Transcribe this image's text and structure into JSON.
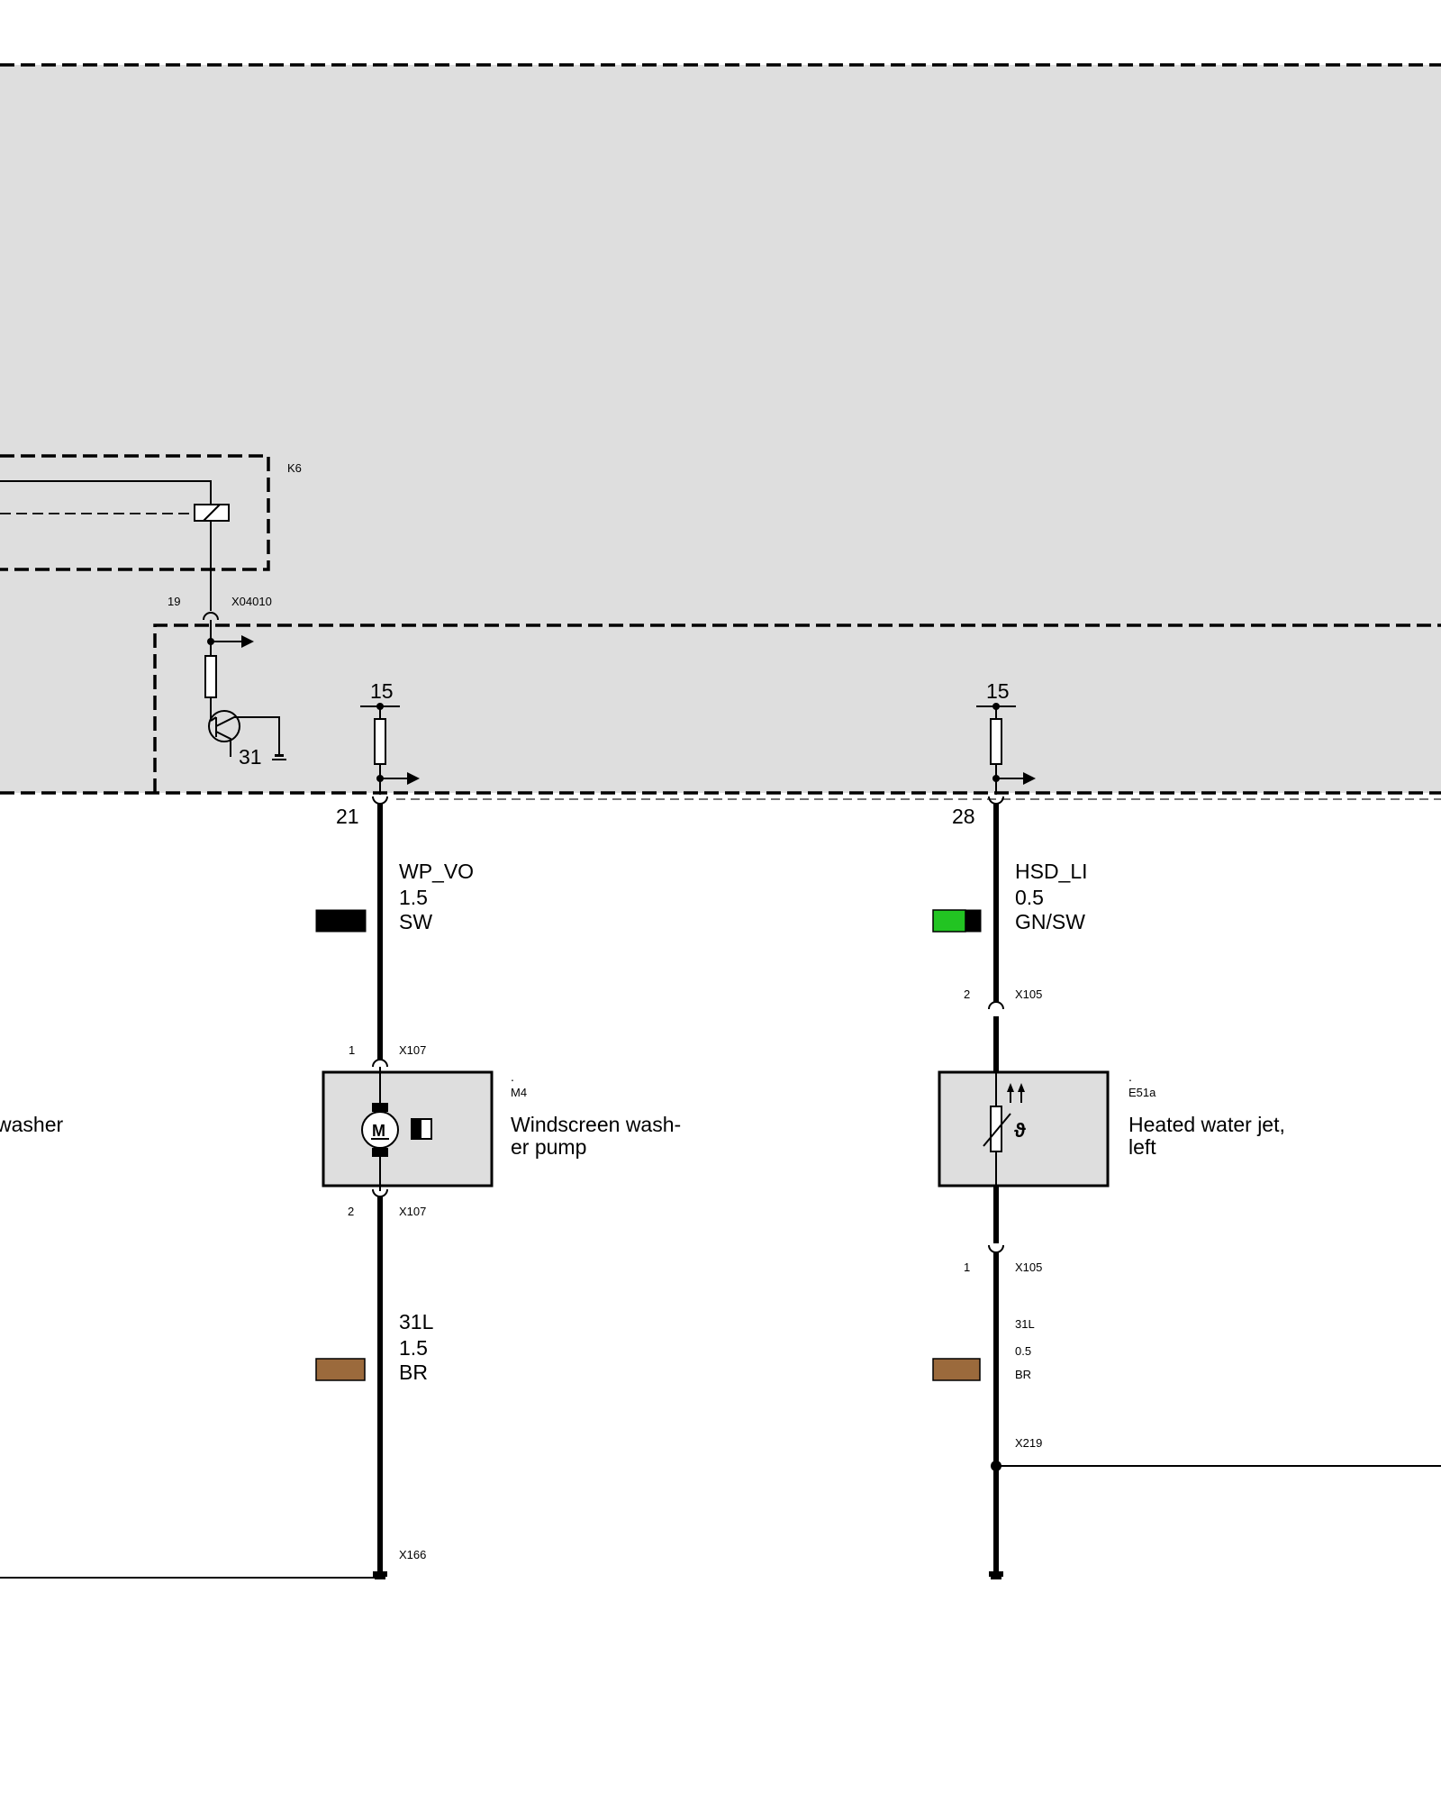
{
  "relay": {
    "label": "K6"
  },
  "relay_tap": {
    "pin": "19",
    "connector": "X04010"
  },
  "transistor_ground": {
    "label": "31"
  },
  "left_partial": {
    "text": "washer"
  },
  "circuit_left": {
    "supply": "15",
    "pin": "21",
    "signal": "WP_VO",
    "gauge": "1.5",
    "color": "SW",
    "color_swatches": [
      "#000000"
    ],
    "conn_top": {
      "pin": "1",
      "name": "X107"
    },
    "component": {
      "dot": ".",
      "id": "M4",
      "name_line1": "Windscreen wash-",
      "name_line2": "er pump"
    },
    "conn_bottom": {
      "pin": "2",
      "name": "X107"
    },
    "ground_signal": "31L",
    "ground_gauge": "1.5",
    "ground_color": "BR",
    "ground_swatch": "#9b6a3c",
    "ground_point": "X166"
  },
  "circuit_right": {
    "supply": "15",
    "pin": "28",
    "signal": "HSD_LI",
    "gauge": "0.5",
    "color": "GN/SW",
    "color_swatches": [
      "#22c422",
      "#000000"
    ],
    "conn_top": {
      "pin": "2",
      "name": "X105"
    },
    "component": {
      "dot": ".",
      "id": "E51a",
      "name_line1": "Heated water jet,",
      "name_line2": "left"
    },
    "conn_bottom": {
      "pin": "1",
      "name": "X105"
    },
    "ground_signal": "31L",
    "ground_gauge": "0.5",
    "ground_color": "BR",
    "ground_swatch": "#9b6a3c",
    "ground_point": "X219"
  }
}
